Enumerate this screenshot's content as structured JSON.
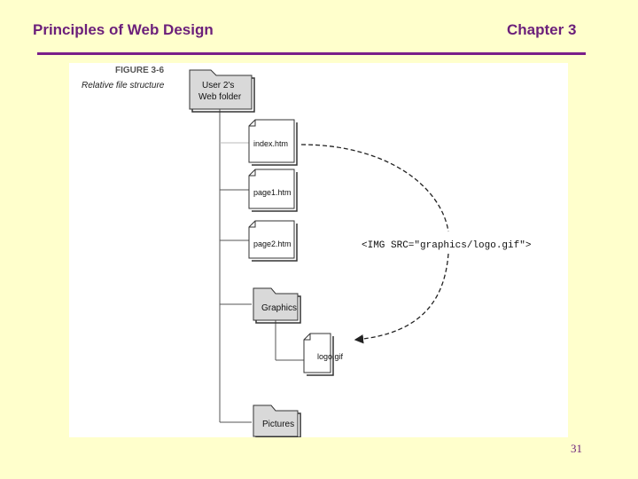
{
  "header": {
    "title": "Principles of Web Design",
    "chapter": "Chapter 3"
  },
  "figure": {
    "number": "FIGURE 3-6",
    "caption": "Relative file structure",
    "root_folder": [
      "User 2's",
      "Web folder"
    ],
    "files": [
      "index.htm",
      "page1.htm",
      "page2.htm"
    ],
    "folders": [
      "Graphics",
      "Pictures"
    ],
    "graphics_file": "logo.gif",
    "code_annotation": "<IMG SRC=\"graphics/logo.gif\">"
  },
  "footer": {
    "page_number": "31"
  },
  "colors": {
    "background": "#ffffcc",
    "accent": "#6b1f7a",
    "rule": "#7a1f8a",
    "folder_fill": "#d9d9d9"
  }
}
